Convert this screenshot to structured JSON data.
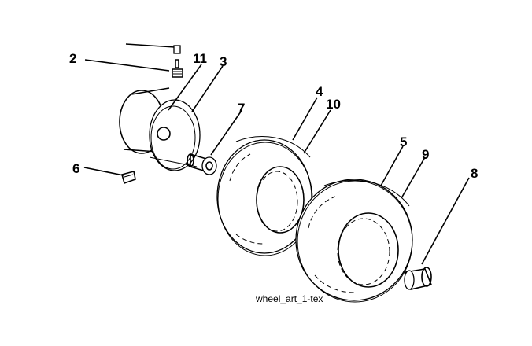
{
  "callouts": {
    "c2": "2",
    "c11": "11",
    "c3": "3",
    "c7": "7",
    "c4": "4",
    "c10": "10",
    "c5": "5",
    "c9": "9",
    "c6": "6",
    "c8": "8"
  },
  "caption": "wheel_art_1-tex"
}
